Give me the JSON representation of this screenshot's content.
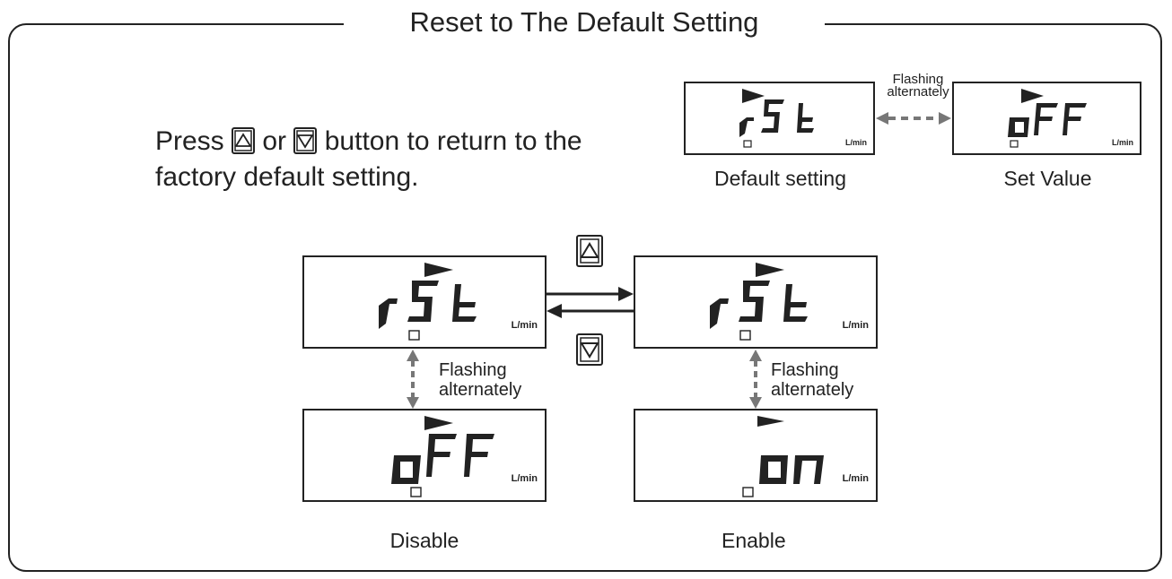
{
  "title": "Reset to The Default Setting",
  "instruction": {
    "press": "Press",
    "or": "or",
    "line1_end": "button to return to the",
    "line2": "factory default setting."
  },
  "unit": "L/min",
  "displays": {
    "default_setting": "rSt",
    "set_value": "oFF",
    "reset_left": "rSt",
    "reset_right": "rSt",
    "disable": "oFF",
    "enable": "on"
  },
  "captions": {
    "default_setting": "Default setting",
    "set_value": "Set Value",
    "disable": "Disable",
    "enable": "Enable"
  },
  "flashing": {
    "line1": "Flashing",
    "line2": "alternately"
  },
  "buttons": {
    "up": "up-triangle-button",
    "down": "down-triangle-button"
  }
}
